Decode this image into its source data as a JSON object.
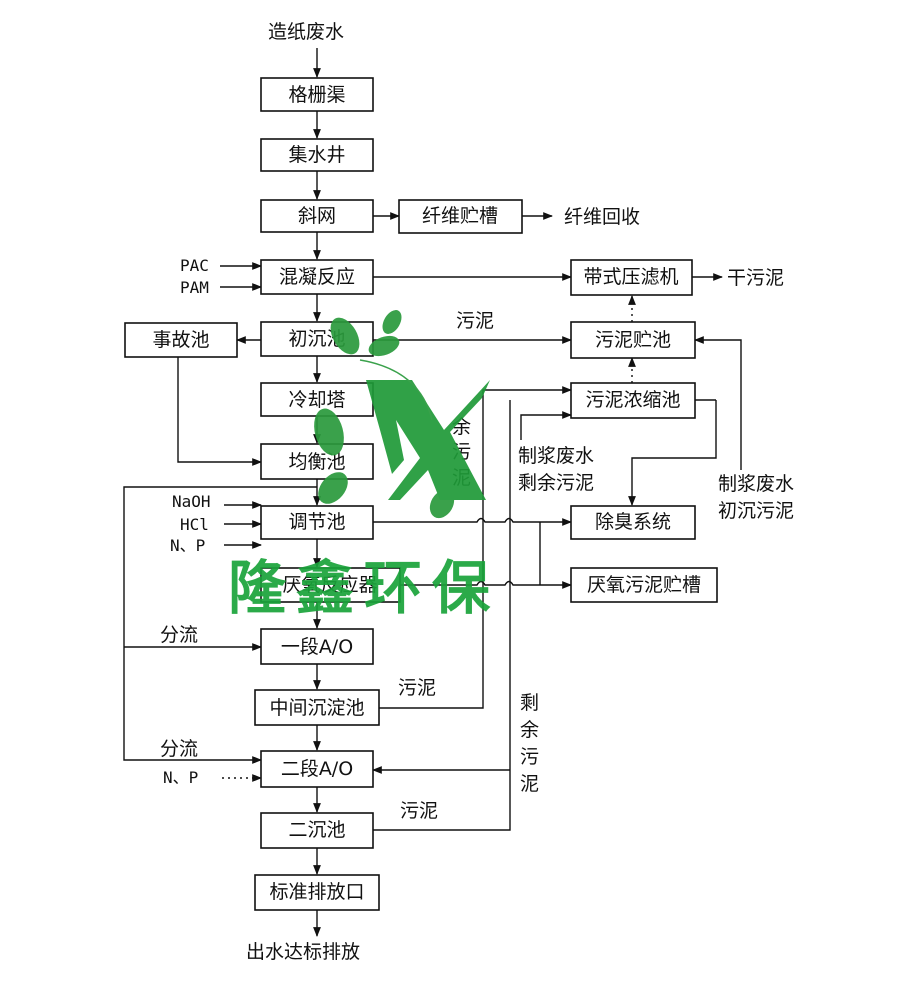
{
  "nodes": {
    "source": "造纸废水",
    "grille": "格栅渠",
    "sump": "集水井",
    "screen": "斜网",
    "fiber_tank": "纤维贮槽",
    "fiber_recovery": "纤维回收",
    "coag": "混凝反应",
    "belt_press": "带式压滤机",
    "dry_sludge": "干污泥",
    "accident": "事故池",
    "primary": "初沉池",
    "sludge_store": "污泥贮池",
    "cooling": "冷却塔",
    "thickener": "污泥浓缩池",
    "balance": "均衡池",
    "adjust": "调节池",
    "deodor": "除臭系统",
    "anaerobic": "厌氧反应器",
    "anaerobic_tank": "厌氧污泥贮槽",
    "ao1": "一段A/O",
    "mid_settle": "中间沉淀池",
    "ao2": "二段A/O",
    "secondary": "二沉池",
    "outlet": "标准排放口",
    "discharge": "出水达标排放"
  },
  "labels": {
    "pac": "PAC",
    "pam": "PAM",
    "naoh": "NaOH",
    "hcl": "HCl",
    "np1": "N、P",
    "np2": "N、P",
    "sludge1": "污泥",
    "sludge2": "污泥",
    "sludge3": "污泥",
    "pulp_ww_excess_1": "制浆废水",
    "pulp_ww_excess_2": "剩余污泥",
    "pulp_ww_primary_1": "制浆废水",
    "pulp_ww_primary_2": "初沉污泥",
    "split1": "分流",
    "split2": "分流",
    "excess_v1": "剩",
    "excess_v2": "余",
    "excess_v3": "污",
    "excess_v4": "泥",
    "excess_left_1": "余",
    "excess_left_2": "污",
    "excess_left_3": "泥"
  },
  "watermark": {
    "text": "隆鑫环保",
    "color": "#1aa33a"
  }
}
